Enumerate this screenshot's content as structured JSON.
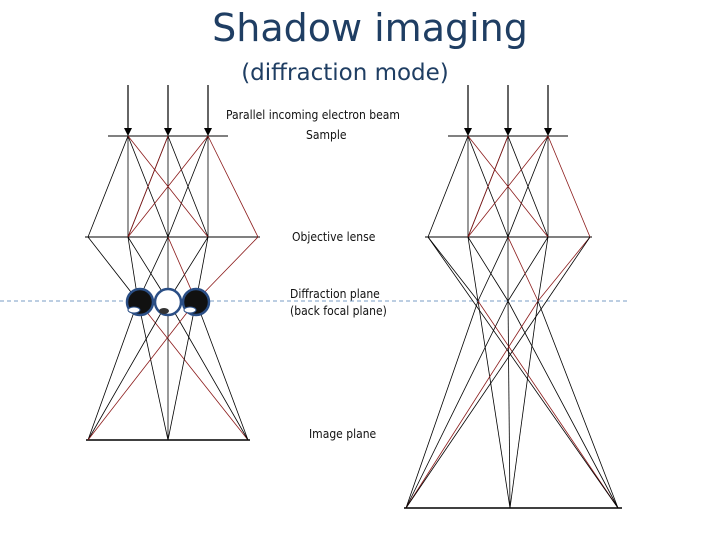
{
  "header": {
    "title": "Shadow imaging",
    "subtitle": "(diffraction mode)"
  },
  "labels": {
    "beam": "Parallel incoming electron beam",
    "sample": "Sample",
    "lens": "Objective lense",
    "diffraction_plane": "Diffraction plane",
    "back_focal_plane": "(back focal plane)",
    "image_plane": "Image plane"
  },
  "colors": {
    "title": "#1f3e63",
    "ray_black": "#000000",
    "ray_red": "#8b1a1a",
    "dashed_plane": "#7a9cc6",
    "spot_ring": "#2a4e85"
  }
}
